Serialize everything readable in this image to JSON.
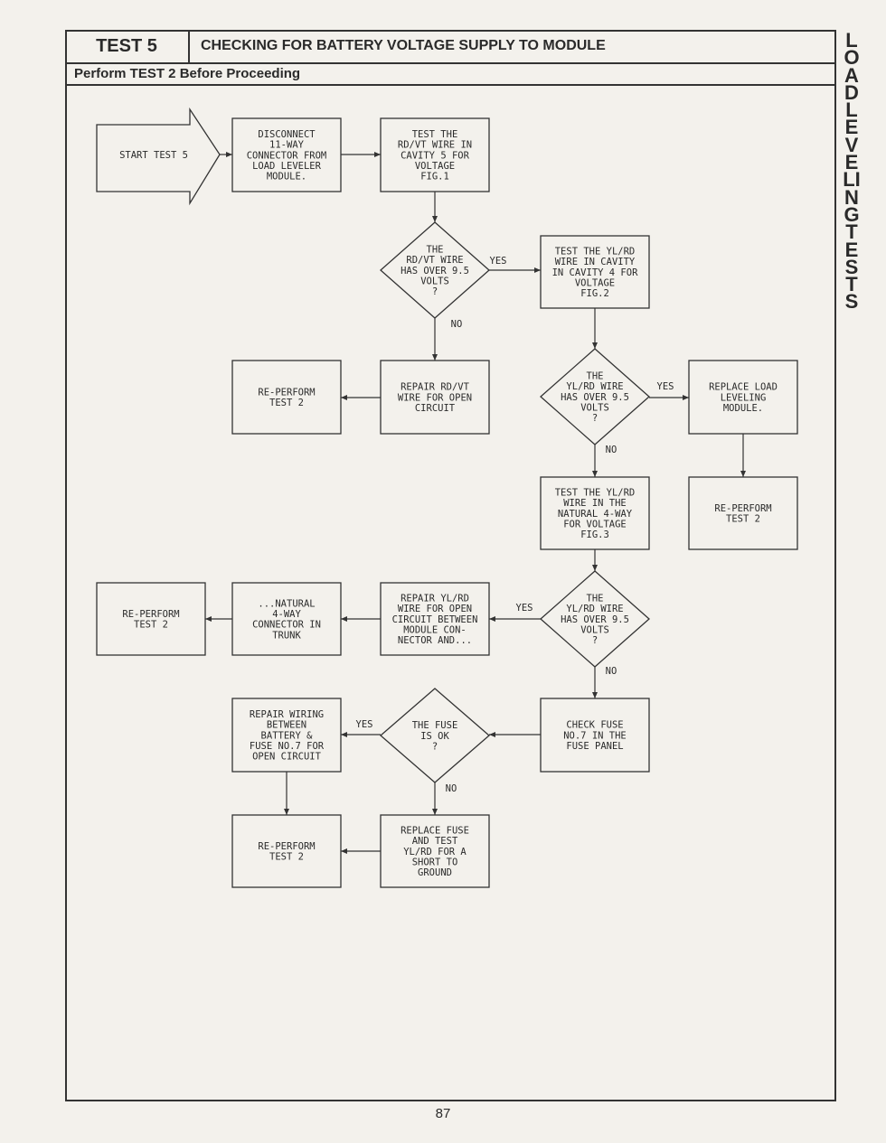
{
  "header": {
    "test_label": "TEST 5",
    "title": "CHECKING FOR BATTERY VOLTAGE SUPPLY TO MODULE",
    "subtitle": "Perform TEST 2 Before Proceeding"
  },
  "side_title": "LOAD LEVELING TESTS",
  "page_number": "87",
  "flowchart": {
    "nodes": {
      "start": [
        "START TEST 5"
      ],
      "disconnect": [
        "DISCONNECT",
        "11-WAY",
        "CONNECTOR FROM",
        "LOAD LEVELER",
        "MODULE."
      ],
      "test_rdvt": [
        "TEST THE",
        "RD/VT WIRE IN",
        "CAVITY 5 FOR",
        "VOLTAGE",
        "FIG.1"
      ],
      "dec_rdvt": [
        "THE",
        "RD/VT WIRE",
        "HAS OVER 9.5",
        "VOLTS",
        "?"
      ],
      "test_ylrd_cav4": [
        "TEST THE YL/RD",
        "WIRE IN CAVITY",
        "IN CAVITY 4 FOR",
        "VOLTAGE",
        "FIG.2"
      ],
      "reperform_1": [
        "RE-PERFORM",
        "TEST 2"
      ],
      "repair_rdvt": [
        "REPAIR RD/VT",
        "WIRE FOR OPEN",
        "CIRCUIT"
      ],
      "dec_ylrd_1": [
        "THE",
        "YL/RD WIRE",
        "HAS OVER 9.5",
        "VOLTS",
        "?"
      ],
      "replace_module": [
        "REPLACE LOAD",
        "LEVELING",
        "MODULE."
      ],
      "test_natural": [
        "TEST THE YL/RD",
        "WIRE IN THE",
        "NATURAL 4-WAY",
        "FOR VOLTAGE",
        "FIG.3"
      ],
      "reperform_2": [
        "RE-PERFORM",
        "TEST 2"
      ],
      "reperform_3": [
        "RE-PERFORM",
        "TEST 2"
      ],
      "natural_connector": [
        "...NATURAL",
        "4-WAY",
        "CONNECTOR IN",
        "TRUNK"
      ],
      "repair_ylrd": [
        "REPAIR YL/RD",
        "WIRE FOR OPEN",
        "CIRCUIT BETWEEN",
        "MODULE CON-",
        "NECTOR AND..."
      ],
      "dec_ylrd_2": [
        "THE",
        "YL/RD WIRE",
        "HAS OVER 9.5",
        "VOLTS",
        "?"
      ],
      "repair_wiring": [
        "REPAIR WIRING",
        "BETWEEN",
        "BATTERY &",
        "FUSE NO.7 FOR",
        "OPEN CIRCUIT"
      ],
      "dec_fuse": [
        "THE FUSE",
        "IS OK",
        "?"
      ],
      "check_fuse": [
        "CHECK FUSE",
        "NO.7 IN THE",
        "FUSE PANEL"
      ],
      "reperform_4": [
        "RE-PERFORM",
        "TEST 2"
      ],
      "replace_fuse": [
        "REPLACE FUSE",
        "AND TEST",
        "YL/RD FOR A",
        "SHORT TO",
        "GROUND"
      ]
    },
    "labels": {
      "yes": "YES",
      "no": "NO"
    }
  }
}
